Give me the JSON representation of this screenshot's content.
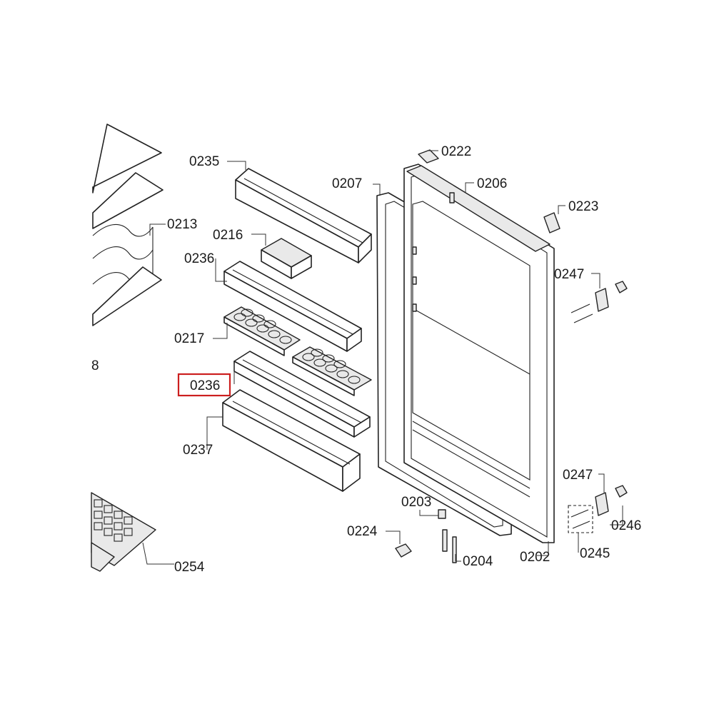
{
  "diagram": {
    "highlight_color": "#cc1f1f",
    "highlighted_part": "0236",
    "labels": {
      "p0235": "0235",
      "p0213": "0213",
      "p0216": "0216",
      "p0236_top": "0236",
      "p0217": "0217",
      "p8": "8",
      "p0236_sel": "0236",
      "p0237": "0237",
      "p0254": "0254",
      "p0207": "0207",
      "p0222": "0222",
      "p0206": "0206",
      "p0223": "0223",
      "p0247_top": "0247",
      "p0247_bot": "0247",
      "p0246": "0246",
      "p0245": "0245",
      "p0203": "0203",
      "p0224": "0224",
      "p0204": "0204",
      "p0202": "0202"
    }
  }
}
